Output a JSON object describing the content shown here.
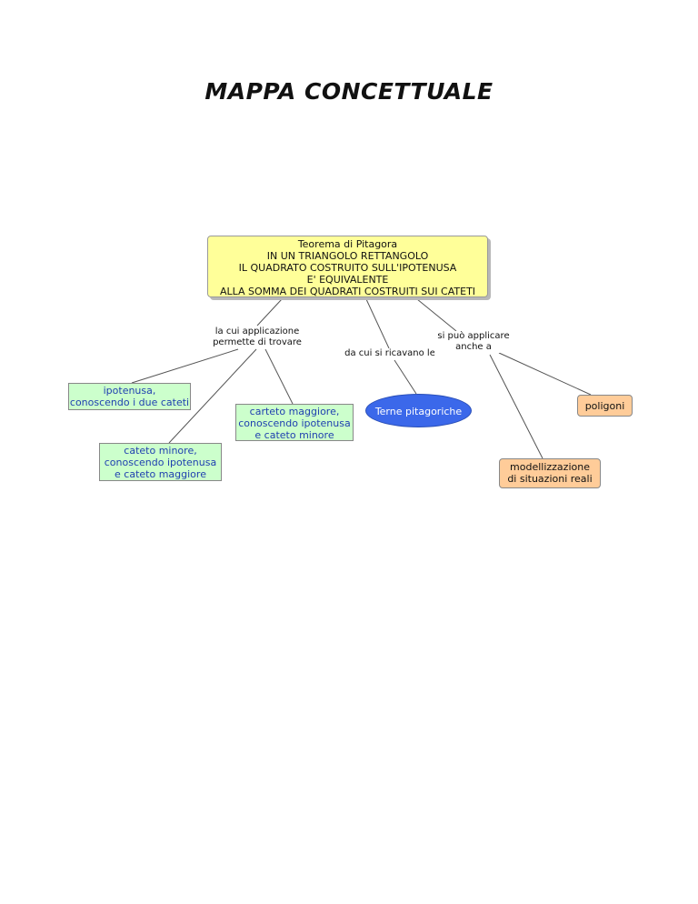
{
  "title": "MAPPA CONCETTUALE",
  "colors": {
    "main_fill": "#ffff99",
    "green_fill": "#ccffcc",
    "green_text": "#1f3fb0",
    "orange_fill": "#ffcc99",
    "pill_fill": "#3b68ea",
    "line": "#555555"
  },
  "map": {
    "main": {
      "lines": [
        "Teorema di Pitagora",
        "IN UN TRIANGOLO RETTANGOLO",
        "IL QUADRATO COSTRUITO SULL'IPOTENUSA",
        "E' EQUIVALENTE",
        "ALLA SOMMA DEI QUADRATI COSTRUITI SUI CATETI"
      ]
    },
    "links": {
      "applicazione": [
        "la cui applicazione",
        "permette di trovare"
      ],
      "ricavano": [
        "da cui si ricavano le"
      ],
      "applicare": [
        "si può applicare",
        "anche a"
      ]
    },
    "nodes": {
      "ipotenusa": [
        "ipotenusa,",
        "conoscendo i due cateti"
      ],
      "cateto_maggiore": [
        "carteto maggiore,",
        "conoscendo ipotenusa",
        "e cateto minore"
      ],
      "cateto_minore": [
        "cateto minore,",
        "conoscendo ipotenusa",
        "e cateto maggiore"
      ],
      "terne": [
        "Terne pitagoriche"
      ],
      "poligoni": [
        "poligoni"
      ],
      "modellizzazione": [
        "modellizzazione",
        "di situazioni reali"
      ]
    }
  }
}
